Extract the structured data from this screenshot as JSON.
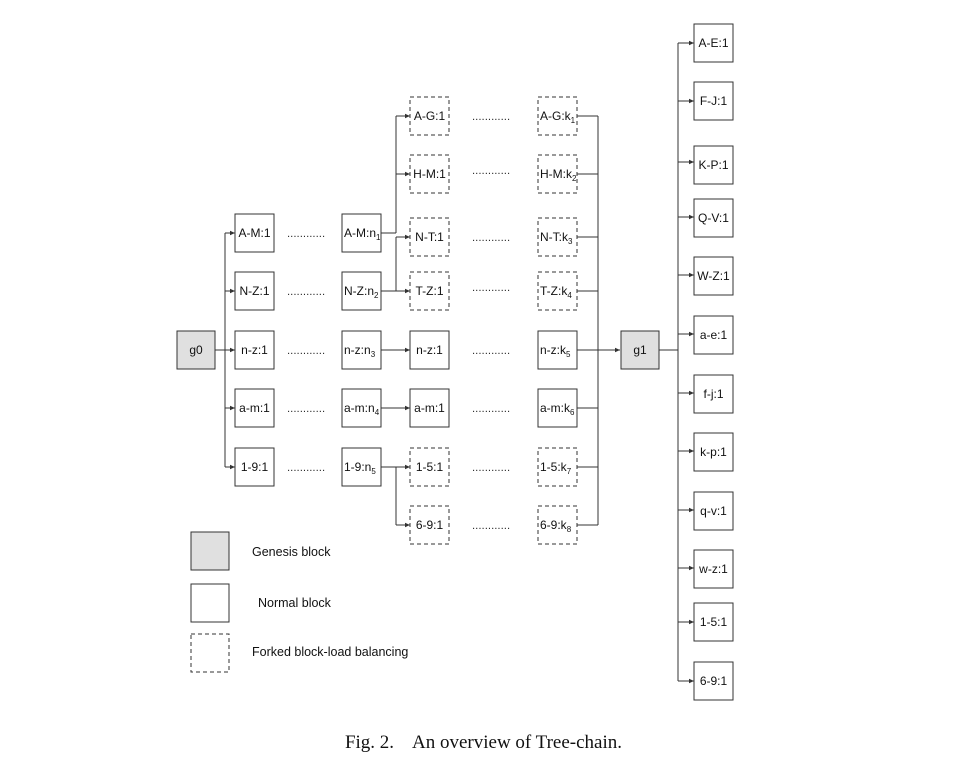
{
  "genesis": {
    "g0": "g0",
    "g1": "g1"
  },
  "level1": [
    "A-M:1",
    "N-Z:1",
    "n-z:1",
    "a-m:1",
    "1-9:1"
  ],
  "level2": [
    {
      "base": "A-M:n",
      "sub": "1"
    },
    {
      "base": "N-Z:n",
      "sub": "2"
    },
    {
      "base": "n-z:n",
      "sub": "3"
    },
    {
      "base": "a-m:n",
      "sub": "4"
    },
    {
      "base": "1-9:n",
      "sub": "5"
    }
  ],
  "level3": [
    "A-G:1",
    "H-M:1",
    "N-T:1",
    "T-Z:1",
    "n-z:1",
    "a-m:1",
    "1-5:1",
    "6-9:1"
  ],
  "level4": [
    {
      "base": "A-G:k",
      "sub": "1"
    },
    {
      "base": "H-M:k",
      "sub": "2"
    },
    {
      "base": "N-T:k",
      "sub": "3"
    },
    {
      "base": "T-Z:k",
      "sub": "4"
    },
    {
      "base": "n-z:k",
      "sub": "5"
    },
    {
      "base": "a-m:k",
      "sub": "6"
    },
    {
      "base": "1-5:k",
      "sub": "7"
    },
    {
      "base": "6-9:k",
      "sub": "8"
    }
  ],
  "right_column": [
    "A-E:1",
    "F-J:1",
    "K-P:1",
    "Q-V:1",
    "W-Z:1",
    "a-e:1",
    "f-j:1",
    "k-p:1",
    "q-v:1",
    "w-z:1",
    "1-5:1",
    "6-9:1"
  ],
  "ellipsis": "............",
  "legend": {
    "genesis": "Genesis block",
    "normal": "Normal block",
    "forked": "Forked block-load balancing"
  },
  "caption": {
    "fig": "Fig. 2.",
    "text": "An overview of Tree-chain."
  },
  "colors": {
    "genesis_fill": "#e0e0e0",
    "stroke": "#333333"
  }
}
